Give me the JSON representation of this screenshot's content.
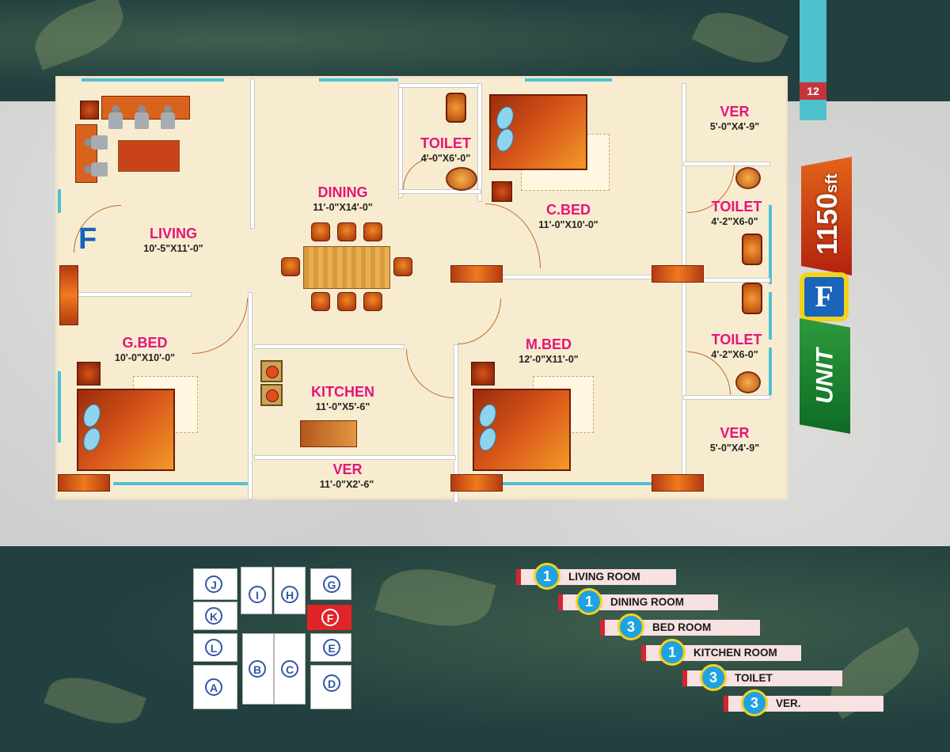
{
  "unit": {
    "number": "12",
    "area": "1150",
    "area_unit": "sft",
    "flat": "F",
    "unit_word": "UNIT"
  },
  "plan": {
    "facing": "F",
    "rooms": {
      "living": {
        "name": "LIVING",
        "dim": "10'-5\"X11'-0\""
      },
      "dining": {
        "name": "DINING",
        "dim": "11'-0\"X14'-0\""
      },
      "toilet1": {
        "name": "TOILET",
        "dim": "4'-0\"X6'-0\""
      },
      "cbed": {
        "name": "C.BED",
        "dim": "11'-0\"X10'-0\""
      },
      "ver1": {
        "name": "VER",
        "dim": "5'-0\"X4'-9\""
      },
      "toilet2": {
        "name": "TOILET",
        "dim": "4'-2\"X6-0\""
      },
      "toilet3": {
        "name": "TOILET",
        "dim": "4'-2\"X6-0\""
      },
      "gbed": {
        "name": "G.BED",
        "dim": "10'-0\"X10'-0\""
      },
      "mbed": {
        "name": "M.BED",
        "dim": "12'-0\"X11'-0\""
      },
      "kitchen": {
        "name": "KITCHEN",
        "dim": "11'-0\"X5'-6\""
      },
      "ver2": {
        "name": "VER",
        "dim": "11'-0\"X2'-6\""
      },
      "ver3": {
        "name": "VER",
        "dim": "5'-0\"X4'-9\""
      }
    }
  },
  "key_plan": {
    "blocks": [
      "J",
      "I",
      "H",
      "G",
      "K",
      "F",
      "L",
      "E",
      "B",
      "C",
      "A",
      "D"
    ],
    "highlighted": "F"
  },
  "legend": [
    {
      "count": "1",
      "label": "LIVING ROOM"
    },
    {
      "count": "1",
      "label": "DINING ROOM"
    },
    {
      "count": "3",
      "label": "BED ROOM"
    },
    {
      "count": "1",
      "label": "KITCHEN ROOM"
    },
    {
      "count": "3",
      "label": "TOILET"
    },
    {
      "count": "3",
      "label": "VER."
    }
  ],
  "colors": {
    "room_label": "#e4157a",
    "facing": "#1562c0",
    "legend_badge": "#1ea3e0",
    "highlight": "#e02427"
  }
}
